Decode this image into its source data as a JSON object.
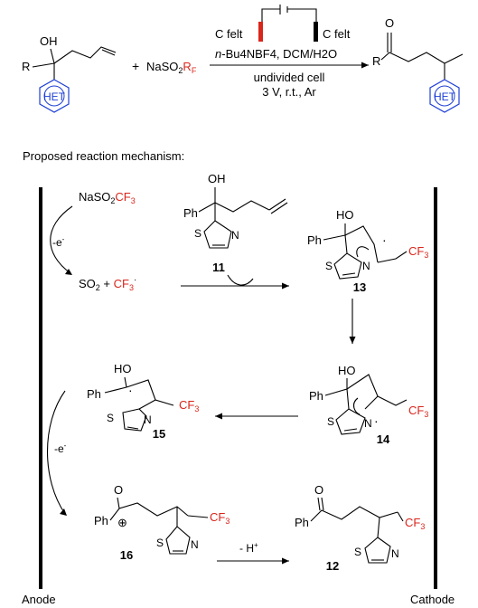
{
  "conditions": {
    "electrode_left": "C felt",
    "electrode_right": "C felt",
    "electrolyte_italic": "n",
    "electrolyte_text": "-Bu4NBF4, DCM/H2O",
    "cell": "undivided cell",
    "params": "3 V, r.t., Ar"
  },
  "reactants": {
    "oh": "OH",
    "r": "R",
    "het": "HET",
    "plus": "+",
    "reagent": "NaSO2",
    "rf": "RF"
  },
  "product": {
    "o": "O",
    "r": "R",
    "het": "HET"
  },
  "mechanism": {
    "heading": "Proposed reaction mechanism:",
    "anode": "Anode",
    "cathode": "Cathode",
    "reagent": "NaSO2CF3",
    "e1": "-e-",
    "e2": "-e-",
    "radicals": "SO2 + CF3",
    "proton_loss": "- H+",
    "labels": {
      "c11": "11",
      "c13": "13",
      "c14": "14",
      "c15": "15",
      "c16": "16",
      "c12": "12"
    },
    "atoms": {
      "oh": "OH",
      "ho": "HO",
      "ph": "Ph",
      "s": "S",
      "n": "N",
      "o": "O",
      "cf3": "CF3",
      "plus_charge": "⊕"
    }
  },
  "colors": {
    "cf3": "#d9261c",
    "het": "#1f3fd6",
    "electrode_red": "#d9261c",
    "text": "#000000"
  }
}
